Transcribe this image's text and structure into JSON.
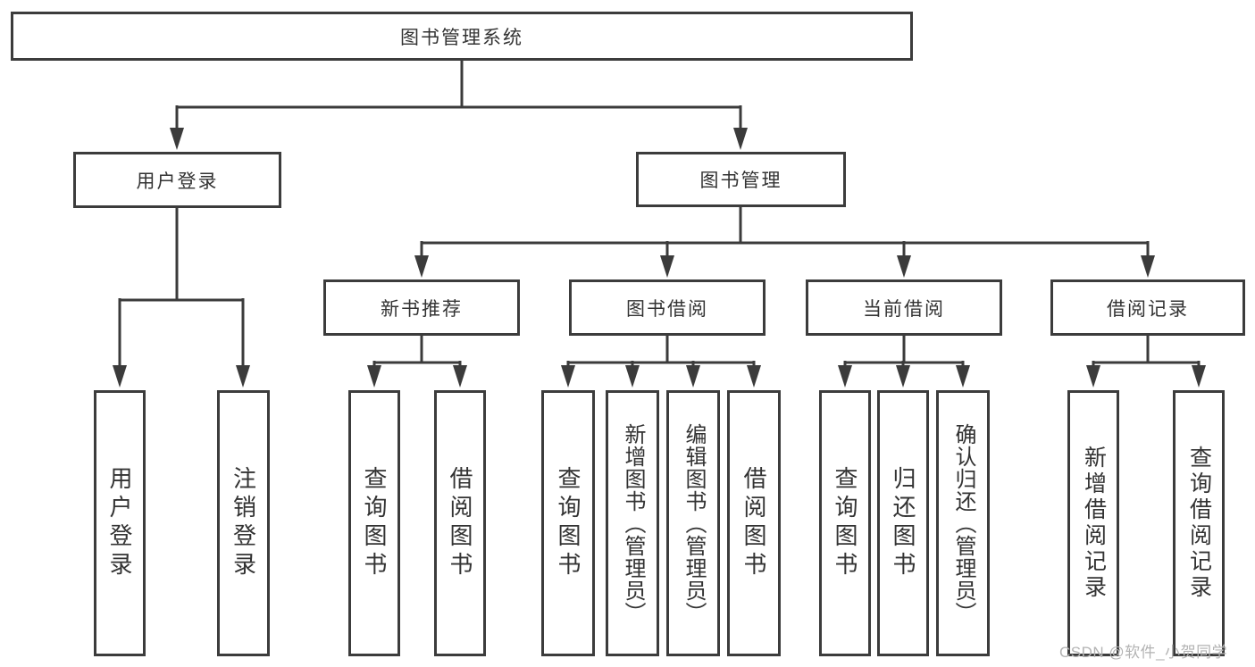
{
  "watermark": "CSDN @软件_小贺同学",
  "colors": {
    "line": "#3b3b3b",
    "box_border": "#3c3c3c",
    "text": "#333333",
    "watermark": "#b3b3b3",
    "background": "#ffffff"
  },
  "tree": {
    "root": {
      "label": "图书管理系统"
    },
    "branches": [
      {
        "label": "用户登录",
        "children": [
          {
            "label": "用户登录"
          },
          {
            "label": "注销登录"
          }
        ]
      },
      {
        "label": "图书管理",
        "children": [
          {
            "label": "新书推荐",
            "children": [
              {
                "label": "查询图书"
              },
              {
                "label": "借阅图书"
              }
            ]
          },
          {
            "label": "图书借阅",
            "children": [
              {
                "label": "查询图书"
              },
              {
                "label": "新增图书（管理员）"
              },
              {
                "label": "编辑图书（管理员）"
              },
              {
                "label": "借阅图书"
              }
            ]
          },
          {
            "label": "当前借阅",
            "children": [
              {
                "label": "查询图书"
              },
              {
                "label": "归还图书"
              },
              {
                "label": "确认归还（管理员）"
              }
            ]
          },
          {
            "label": "借阅记录",
            "children": [
              {
                "label": "新增借阅记录"
              },
              {
                "label": "查询借阅记录"
              }
            ]
          }
        ]
      }
    ]
  }
}
